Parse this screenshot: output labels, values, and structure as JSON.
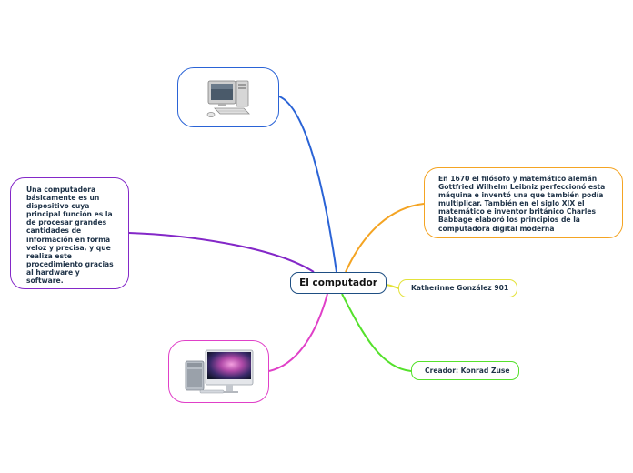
{
  "central_topic": "El computador",
  "nodes": {
    "definition": "Una computadora básicamente es un dispositivo cuya principal función es la de procesar grandes cantidades de información en forma veloz y precisa, y que realiza este procedimiento gracias al hardware y software.",
    "history": "En 1670 el filósofo y matemático alemán Gottfried Wilhelm Leibniz perfeccionó esta máquina e inventó una que también podía multiplicar. También en el siglo XIX el matemático e inventor británico Charles Babbage elaboró los principios de la computadora digital moderna",
    "author": "Katherinne González 901",
    "creator": "Creador: Konrad Zuse"
  },
  "images": {
    "top": "desktop-computer-icon",
    "bottom": "imac-and-mac-pro-icon"
  },
  "colors": {
    "central_border": "#1e4e82",
    "pc_branch": "#2a63d6",
    "definition_branch": "#8428c8",
    "imac_branch": "#e040c8",
    "history_branch": "#f4a423",
    "author_branch": "#e3e23a",
    "creator_branch": "#55e12c"
  }
}
